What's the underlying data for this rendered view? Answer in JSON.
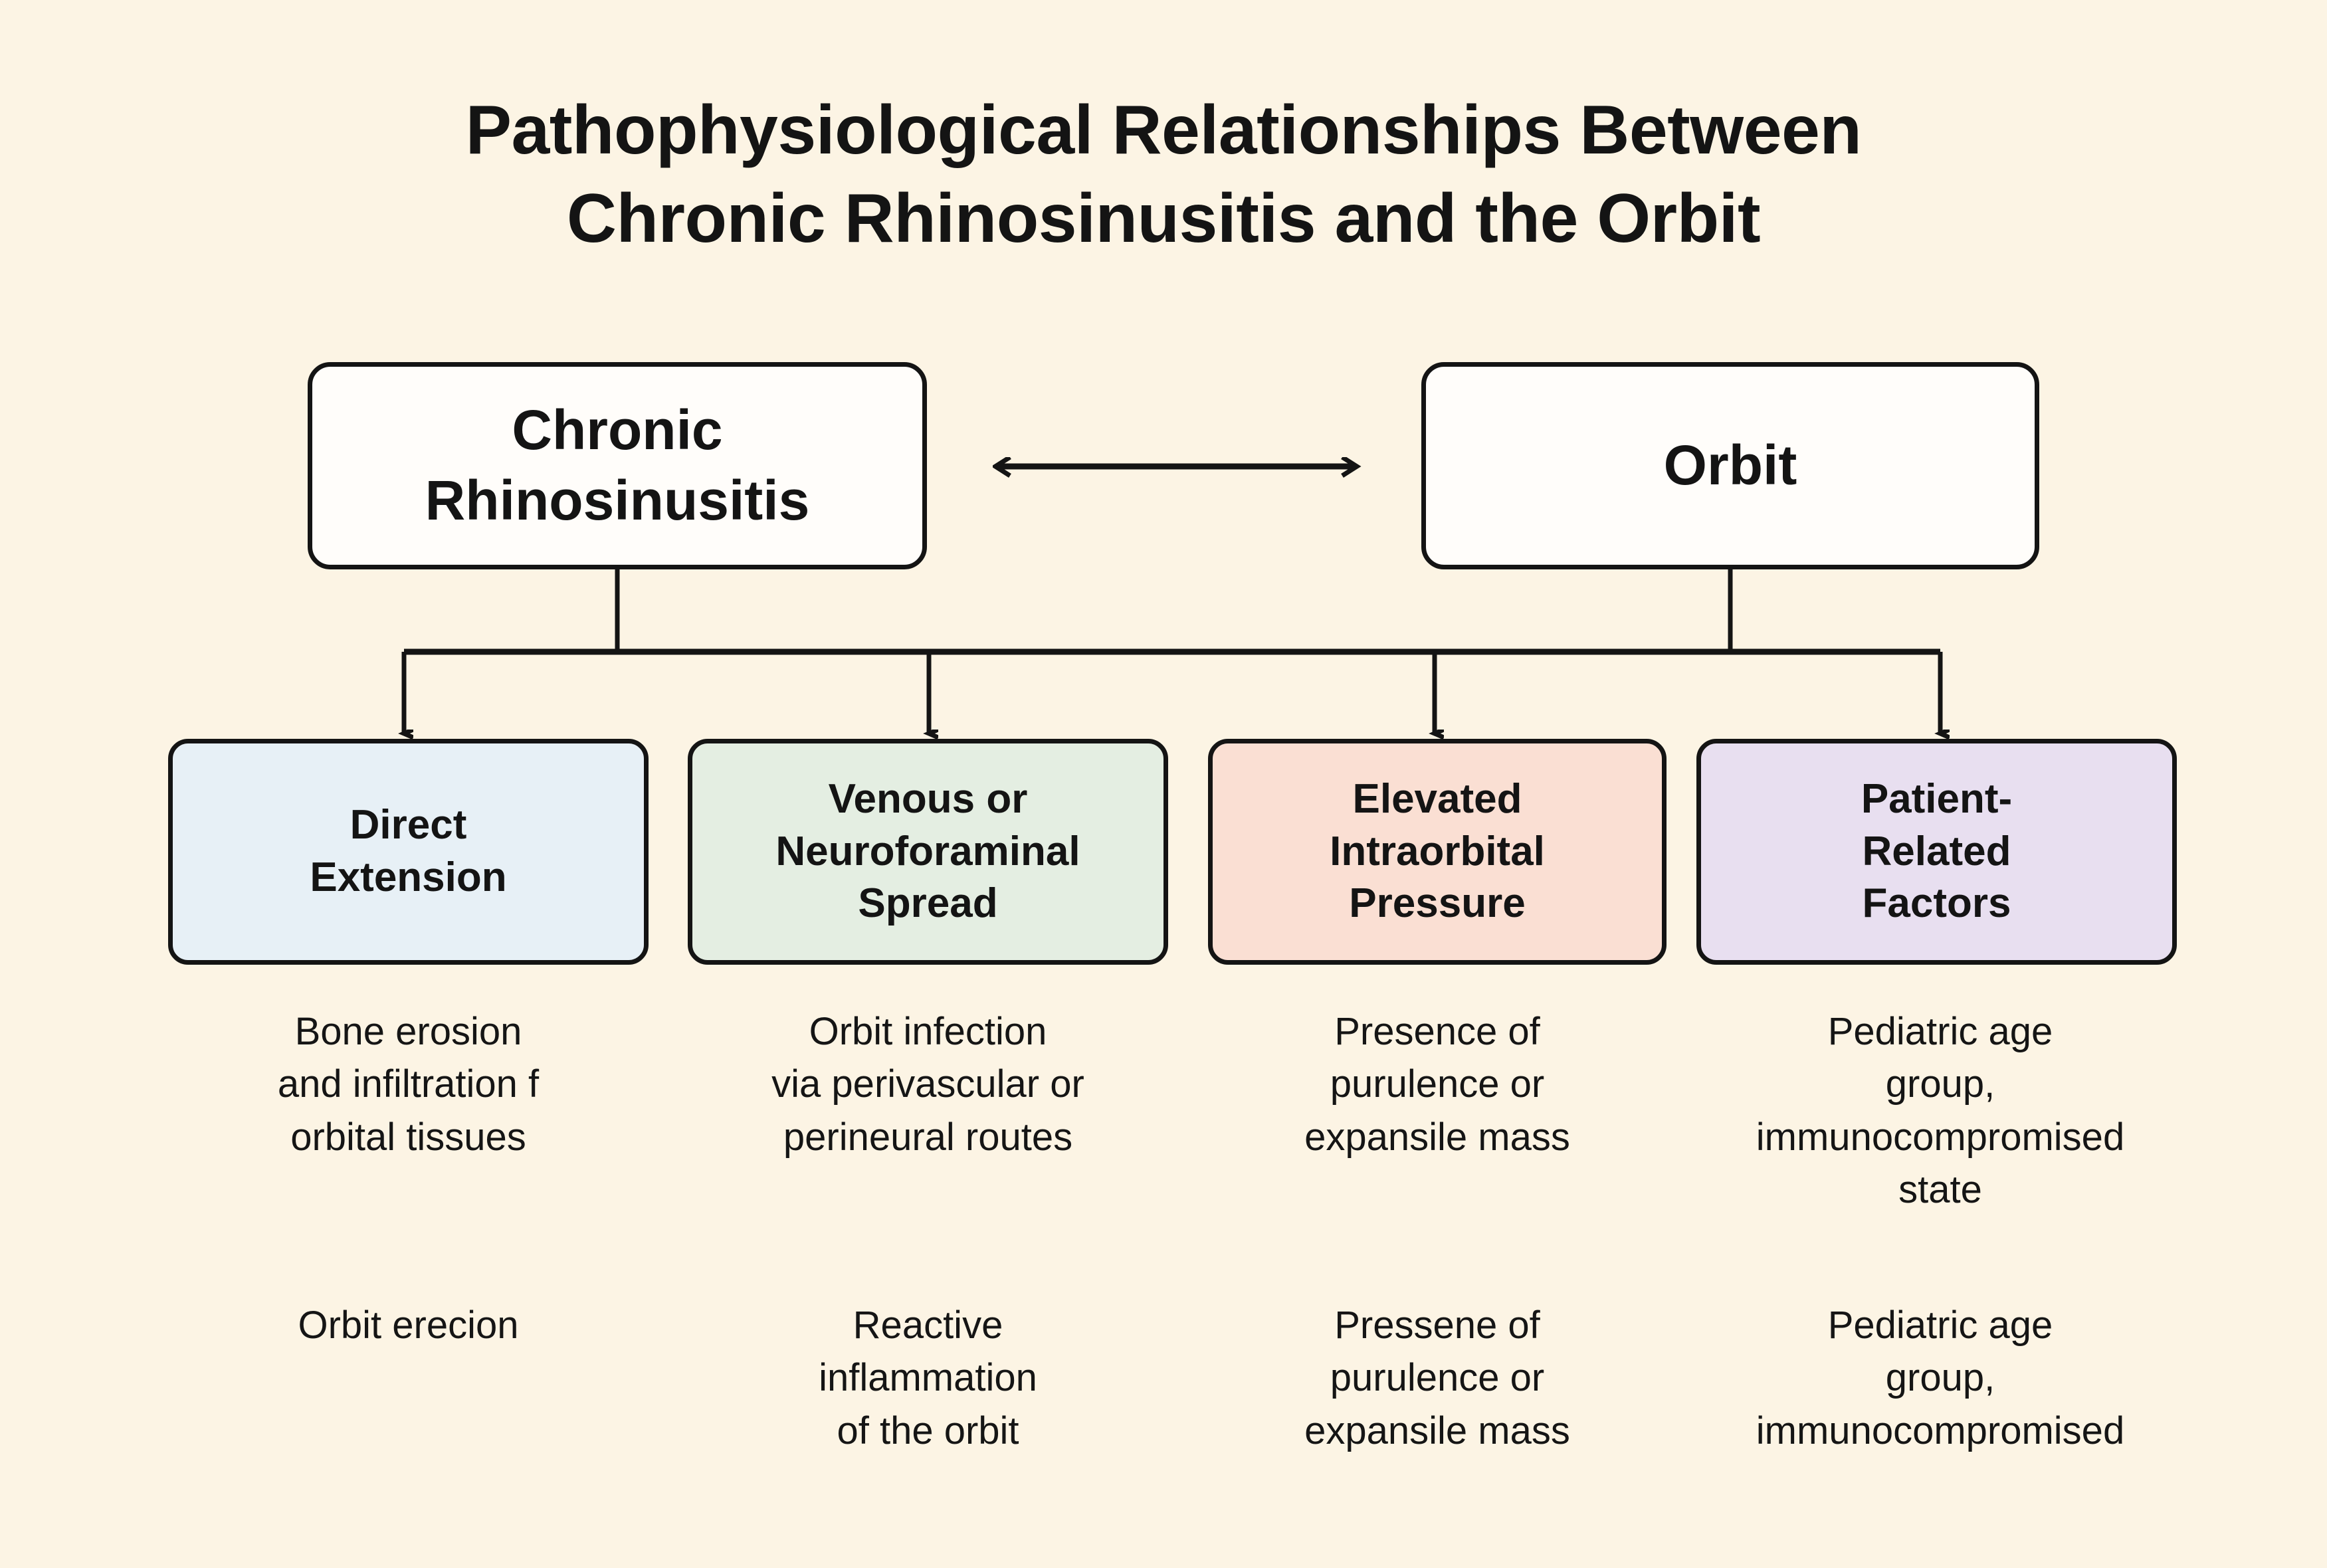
{
  "figure": {
    "title_line1": "Pathophysiological Relationships Between",
    "title_line2": "Chronic Rhinosinusitis and the Orbit",
    "background_color": "#fcf4e4",
    "line_color": "#141414",
    "text_color": "#141414"
  },
  "top_nodes": [
    {
      "id": "chronic-rhinosinusitis",
      "line1": "Chronic",
      "line2": "Rhinosinusitis",
      "fill": "#fffdfa"
    },
    {
      "id": "orbit",
      "line1": "Orbit",
      "line2": "",
      "fill": "#fffdfa"
    }
  ],
  "relation_arrow": {
    "type": "bidirectional",
    "from": "chronic-rhinosinusitis",
    "to": "orbit"
  },
  "categories": [
    {
      "id": "direct-extension",
      "line1": "Direct",
      "line2": "Extension",
      "line3": "",
      "fill": "#e7f0f6"
    },
    {
      "id": "venous-or-neuroforaminal-spread",
      "line1": "Venous or",
      "line2": "Neuroforaminal",
      "line3": "Spread",
      "fill": "#e4eee2"
    },
    {
      "id": "elevated-intraorbital-pressure",
      "line1": "Elevated",
      "line2": "Intraorbital",
      "line3": "Pressure",
      "fill": "#fadfd3"
    },
    {
      "id": "patient-related-factors",
      "line1": "Patient-",
      "line2": "Related",
      "line3": "Factors",
      "fill": "#e8dff0"
    }
  ],
  "captions_row1": [
    {
      "line1": "Bone erosion",
      "line2": "and infiltration f",
      "line3": "orbital tissues",
      "line4": ""
    },
    {
      "line1": "Orbit infection",
      "line2": "via perivascular or",
      "line3": "perineural routes",
      "line4": ""
    },
    {
      "line1": "Presence of",
      "line2": "purulence or",
      "line3": "expansile mass",
      "line4": ""
    },
    {
      "line1": "Pediatric age",
      "line2": "group,",
      "line3": "immunocompromised",
      "line4": "state"
    }
  ],
  "captions_row2": [
    {
      "line1": "Orbit erecion",
      "line2": "",
      "line3": ""
    },
    {
      "line1": "Reactive",
      "line2": "inflammation",
      "line3": "of the orbit"
    },
    {
      "line1": "Pressene of",
      "line2": "purulence or",
      "line3": "expansile mass"
    },
    {
      "line1": "Pediatric age",
      "line2": "group,",
      "line3": "immunocompromised"
    }
  ]
}
